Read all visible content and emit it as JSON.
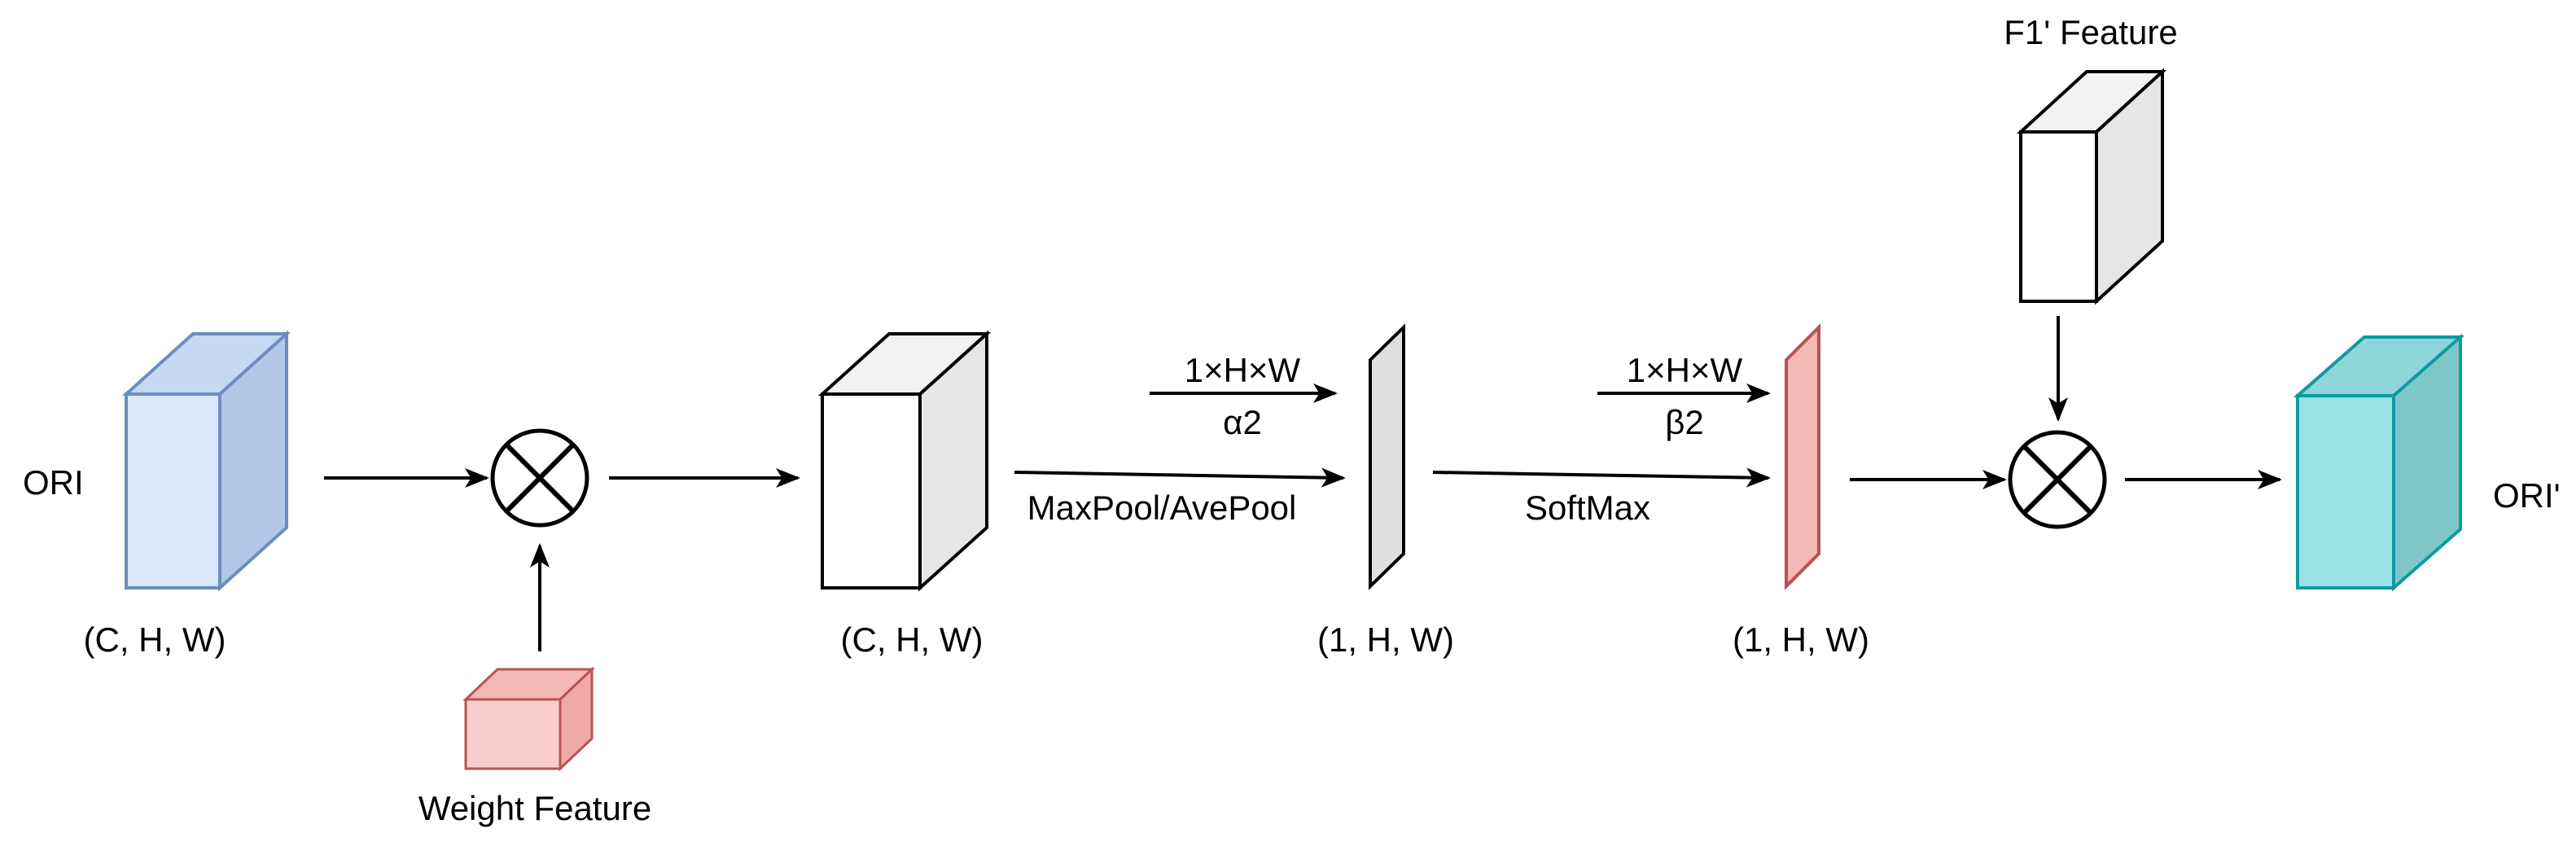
{
  "labels": {
    "ori": "ORI",
    "ori_prime": "ORI'",
    "weight_feature": "Weight Feature",
    "f1_feature": "F1' Feature",
    "dim_chw_1": "(C, H, W)",
    "dim_chw_2": "(C, H, W)",
    "dim_1hw_1": "(1, H, W)",
    "dim_1hw_2": "(1, H, W)",
    "size_1hw_1": "1×H×W",
    "size_1hw_2": "1×H×W",
    "alpha": "α2",
    "beta": "β2",
    "pool": "MaxPool/AvePool",
    "softmax": "SoftMax"
  },
  "colors": {
    "ori_front": "#dae8fc",
    "ori_top": "#c5d9f3",
    "ori_side": "#b3c8e6",
    "ori_stroke": "#6c8ebf",
    "weight_front": "#f8cecc",
    "weight_top": "#f4b8b5",
    "weight_side": "#f1a9a6",
    "weight_stroke": "#b85450",
    "plain_front": "#ffffff",
    "plain_top": "#f2f2f2",
    "plain_side": "#e6e6e6",
    "plain_stroke": "#000000",
    "gray_front": "#eeeeee",
    "gray_side": "#e0e0e0",
    "pink_front": "#f4b8b5",
    "pink_side": "#eea8a4",
    "pink_stroke": "#b85450",
    "out_front": "#99e3e6",
    "out_top": "#8fd6da",
    "out_side": "#7fc6c9",
    "out_stroke": "#0e9aa0"
  },
  "icons": {
    "multiply_1": "multiply-icon",
    "multiply_2": "multiply-icon"
  }
}
